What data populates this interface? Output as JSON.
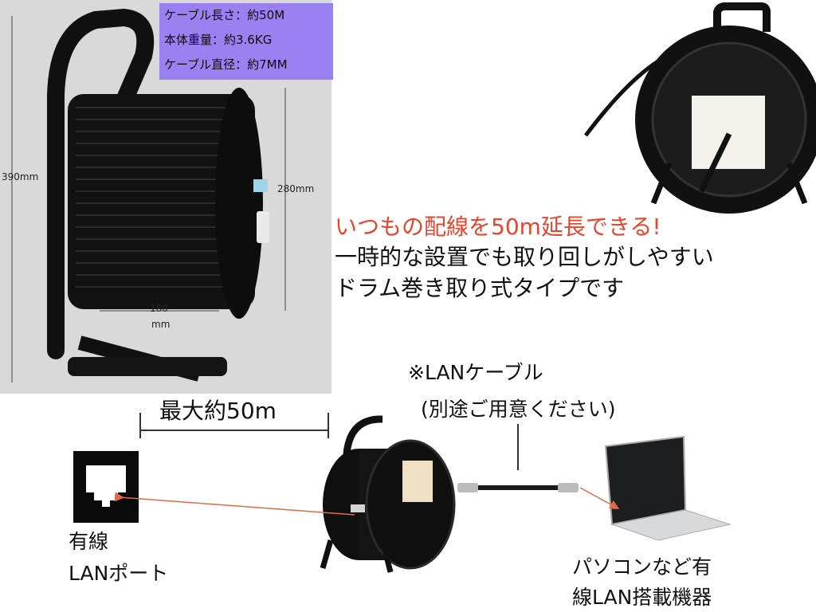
{
  "specs": {
    "cable_length": "ケーブル長さ：約50M",
    "body_weight": "本体重量：約3.6KG",
    "cable_diameter": "ケーブル直径：約7MM"
  },
  "dimensions": {
    "height_total": "390mm",
    "height_drum": "280mm",
    "width_top": "180",
    "width_bottom": "mm"
  },
  "copy": {
    "headline": "いつもの配線を50m延長できる!",
    "line2": "一時的な設置でも取り回しがしやすい",
    "line3": "ドラム巻き取り式タイプです"
  },
  "diagram": {
    "max_length": "最大約50m",
    "lan_cable_note_1": "※LANケーブル",
    "lan_cable_note_2": "(別途ご用意ください)",
    "port_label_1": "有線",
    "port_label_2": "LANポート",
    "device_label_1": "パソコンなど有",
    "device_label_2": "線LAN搭載機器"
  },
  "colors": {
    "spec_box": "#9b80f2",
    "headline": "#e8452c",
    "arrow": "#e06a4a",
    "reel": "#111111"
  }
}
